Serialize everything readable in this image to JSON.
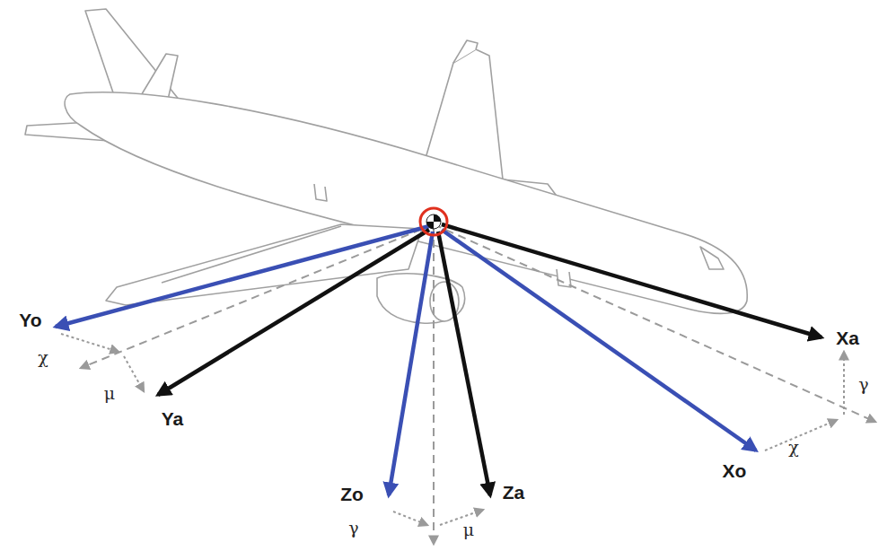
{
  "diagram": {
    "labels": [
      "Yo",
      "χ",
      "μ",
      "Ya",
      "Xa",
      "γ",
      "Xo",
      "χ",
      "Zo",
      "γ",
      "μ",
      "Za"
    ]
  }
}
